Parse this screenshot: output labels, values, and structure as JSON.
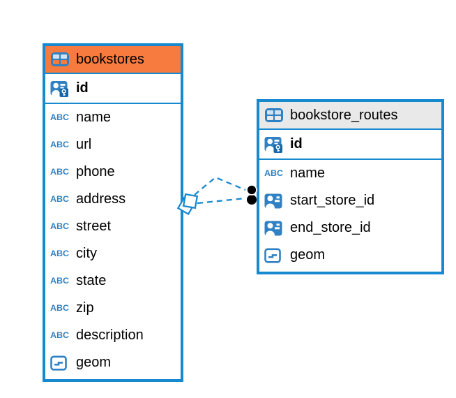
{
  "diagram": {
    "tables": [
      {
        "name": "bookstores",
        "primary_key": {
          "label": "id"
        },
        "columns": [
          {
            "label": "name"
          },
          {
            "label": "url"
          },
          {
            "label": "phone"
          },
          {
            "label": "address"
          },
          {
            "label": "street"
          },
          {
            "label": "city"
          },
          {
            "label": "state"
          },
          {
            "label": "zip"
          },
          {
            "label": "description"
          },
          {
            "label": "geom"
          }
        ]
      },
      {
        "name": "bookstore_routes",
        "primary_key": {
          "label": "id"
        },
        "columns": [
          {
            "label": "name"
          },
          {
            "label": "start_store_id"
          },
          {
            "label": "end_store_id"
          },
          {
            "label": "geom"
          }
        ]
      }
    ],
    "icons": {
      "text_type_label": "ABC"
    },
    "colors": {
      "table_border_blue": "#1789CF",
      "relationship_line_blue": "#1789CF",
      "bookstores_header_orange": "#F77B3F",
      "routes_header_gray": "#E9E9E9",
      "icon_blue": "#3081C3",
      "key_badge_blue": "#1566A9",
      "endpoint_dot_black": "#000000",
      "text_black": "#000000",
      "background_white": "#FFFFFF"
    }
  }
}
